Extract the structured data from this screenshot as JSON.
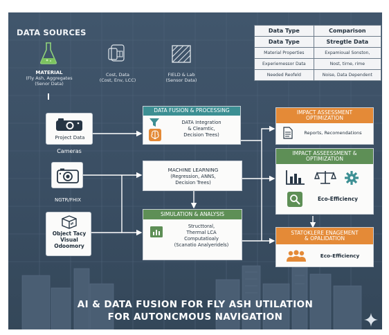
{
  "data_sources": {
    "title": "DATA SOURCES",
    "items": [
      {
        "name": "MATERIAL",
        "detail": "(Fly Ash, Aggregates",
        "detail2": "(Senor Data)"
      },
      {
        "name": "",
        "detail": "Cost, Data",
        "detail2": "(Cost, Env, LCC)"
      },
      {
        "name": "",
        "detail": "FIELD & Lab",
        "detail2": "(Sensor Data)"
      }
    ]
  },
  "table": {
    "header": [
      "Data Type",
      "Comparison"
    ],
    "rows": [
      [
        "Data Type",
        "Stregtle Data"
      ],
      [
        "Material Properties",
        "Expamioual Sonston,"
      ],
      [
        "Experiemessor Data",
        "Nost, tirne, rime"
      ],
      [
        "Needed Reofeld",
        "Noise, Data Dependent"
      ]
    ]
  },
  "inputs": {
    "project_data": "Project Data",
    "cameras": "Cameras",
    "ngtr": "NGTR/FHIX",
    "object_lines": [
      "Object Tacy",
      "Visual",
      "Odoomory"
    ]
  },
  "fusion": {
    "header": "DATA FUSION & PROCESSING",
    "lines": [
      "DATA Integration",
      "& Cleamtic,",
      "Decision Trees)"
    ]
  },
  "ml": {
    "lines": [
      "MACHINE LEARNING",
      "(Regression, ANNS,",
      "Decision Trees)"
    ]
  },
  "simulation": {
    "header": "SIMULATION & ANALYSIS",
    "lines": [
      "Structtoral,",
      "Thermal LCA",
      "Computatioaly",
      "(Scanatio Analyeridels)"
    ]
  },
  "impact1": {
    "header_lines": [
      "IMPACT ASSESSMENT",
      "OPTIMIZATION"
    ],
    "text": "Reports, Recomendations"
  },
  "impact2": {
    "header_lines": [
      "IMPACT ASSEESSMENT &",
      "OPTIMIZATION"
    ],
    "text": "Eco-Efficiency"
  },
  "stakeholder": {
    "header_lines": [
      "STATOKLERE ENAGEMENT",
      "& OPALIDATION"
    ],
    "text": "Eco-Efficiency"
  },
  "footer": {
    "line1": "AI & DATA FUSION FOR FLY ASH UTILATION",
    "line2": "FOR AUTONCMOUS NAVIGATION"
  },
  "colors": {
    "background": "#3e5368",
    "teal": "#3c8f93",
    "orange": "#e48a37",
    "green": "#5e8f56",
    "arrow": "#ffffff"
  }
}
